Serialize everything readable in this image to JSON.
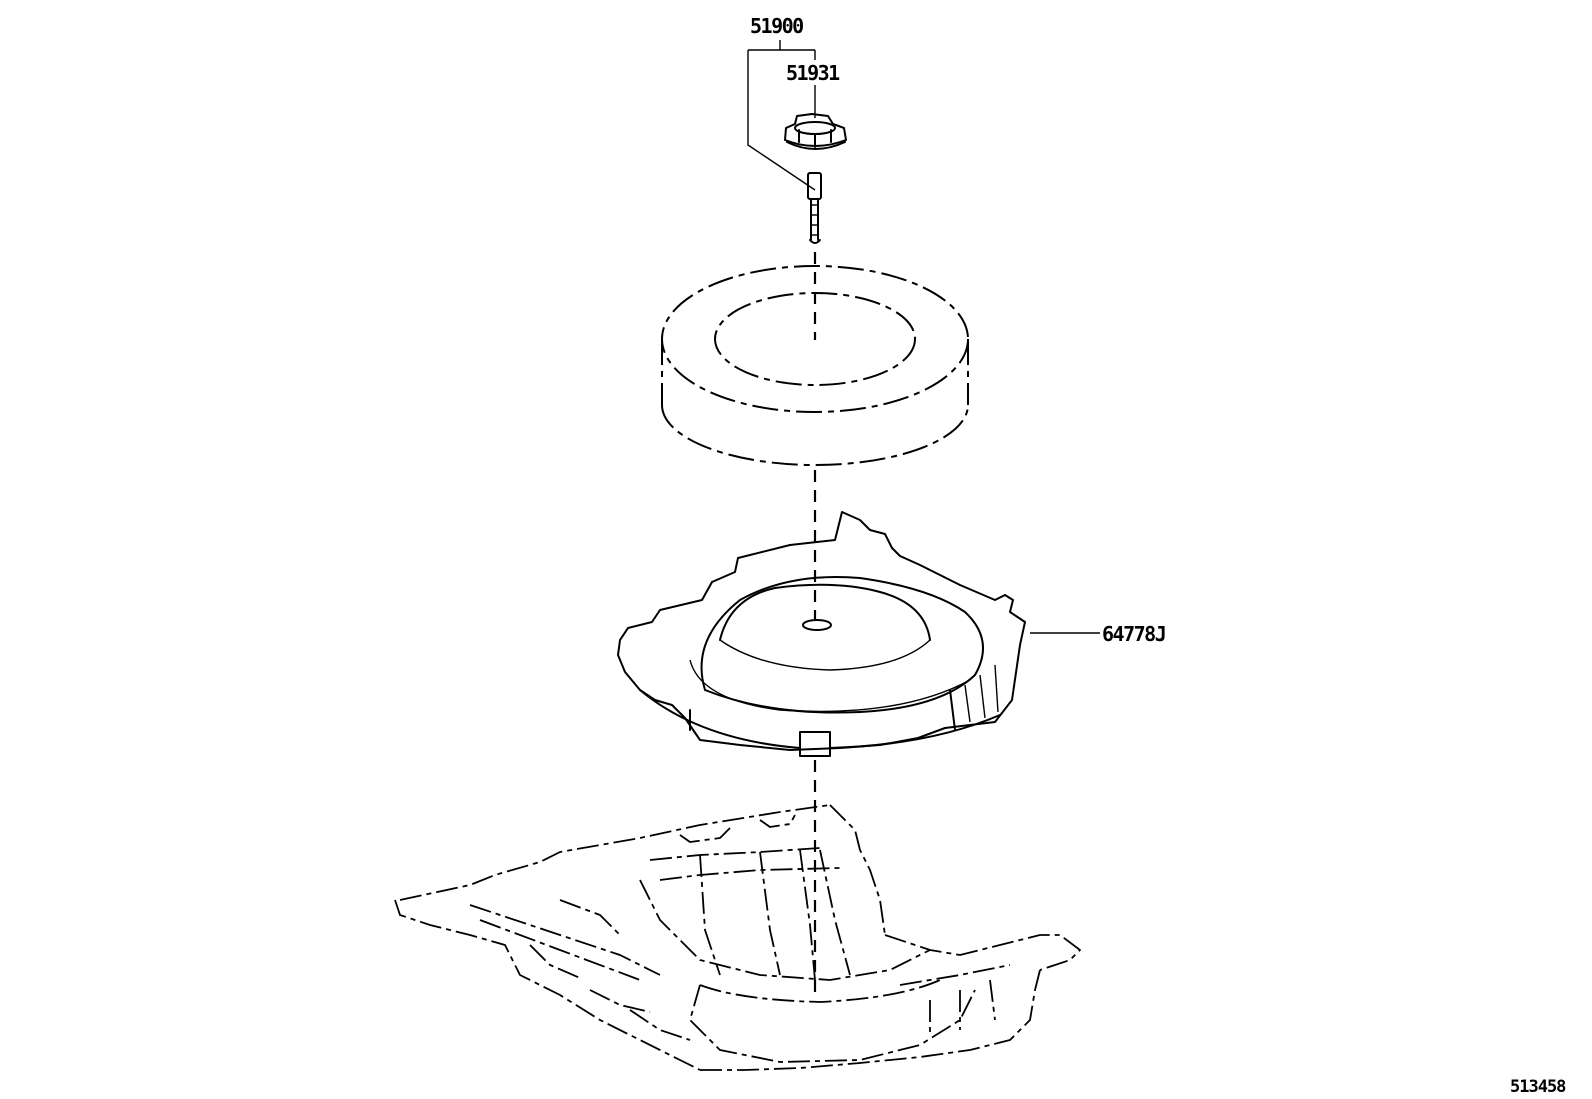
{
  "callouts": {
    "assembly": "51900",
    "nut": "51931",
    "tray": "64778J"
  },
  "figure_id": "513458"
}
